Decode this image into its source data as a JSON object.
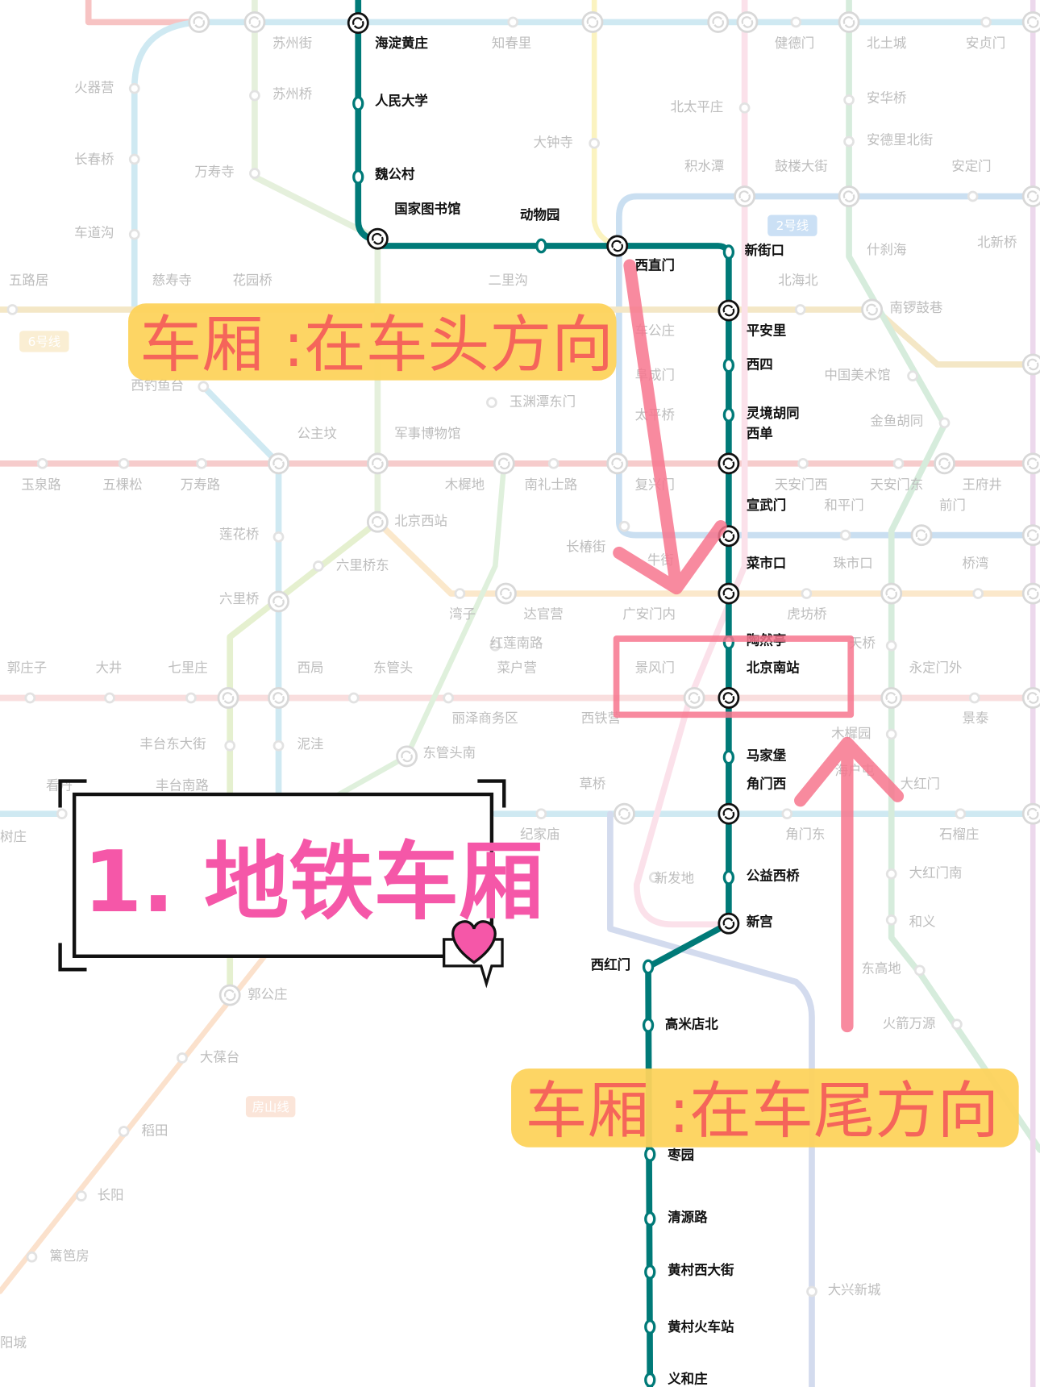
{
  "map": {
    "highlight_line_color": "#007a78",
    "highlight_stations": [
      "海淀黄庄",
      "人民大学",
      "魏公村",
      "国家图书馆",
      "动物园",
      "西直门",
      "新街口",
      "平安里",
      "西四",
      "灵境胡同",
      "西单",
      "宣武门",
      "菜市口",
      "陶然亭",
      "北京南站",
      "马家堡",
      "角门西",
      "公益西桥",
      "新宫",
      "西红门",
      "高米店北",
      "枣园",
      "清源路",
      "黄村西大街",
      "黄村火车站",
      "义和庄"
    ],
    "other_stations": [
      "苏州街",
      "知春里",
      "健德门",
      "北土城",
      "安贞门",
      "火器营",
      "苏州桥",
      "北太平庄",
      "安华桥",
      "大钟寺",
      "安德里北街",
      "长春桥",
      "万寿寺",
      "积水潭",
      "鼓楼大街",
      "安定门",
      "车道沟",
      "什刹海",
      "北新桥",
      "五路居",
      "慈寿寺",
      "花园桥",
      "二里沟",
      "北海北",
      "南锣鼓巷",
      "玉渊潭东门",
      "中国美术馆",
      "金鱼胡同",
      "公主坟",
      "军事博物馆",
      "玉泉路",
      "五棵松",
      "万寿路",
      "木樨地",
      "南礼士路",
      "复兴门",
      "天安门西",
      "天安门东",
      "王府井",
      "和平门",
      "前门",
      "北京西站",
      "莲花桥",
      "长椿街",
      "牛街",
      "珠市口",
      "桥湾",
      "六里桥东",
      "六里桥",
      "湾子",
      "达官营",
      "广安门内",
      "虎坊桥",
      "红莲南路",
      "天桥",
      "郭庄子",
      "大井",
      "七里庄",
      "西局",
      "东管头",
      "菜户营",
      "景风门",
      "永定门外",
      "丽泽商务区",
      "西铁营",
      "景泰",
      "木樨园",
      "丰台东大街",
      "泥洼",
      "东管头南",
      "看丹",
      "丰台南路",
      "草桥",
      "大红门",
      "树庄",
      "纪家庙",
      "角门东",
      "石榴庄",
      "新发地",
      "大红门南",
      "和义",
      "东高地",
      "郭公庄",
      "火箭万源",
      "大葆台",
      "稻田",
      "长阳",
      "篱笆房",
      "大兴新城",
      "阳城",
      "车公庄",
      "阜成门",
      "太平桥",
      "西钓鱼台",
      "海户屯"
    ],
    "line_badges": [
      "2号线",
      "6号线",
      "房山线"
    ],
    "transfer_icon": "transfer-arrows-icon"
  },
  "annotations": {
    "head_note": "车厢 :在车头方向",
    "tail_note": "车厢 :在车尾方向",
    "title": "1. 地铁车厢",
    "note_bg": "#fdd35c",
    "note_text_color": "#f5655a",
    "title_color": "#f557a8",
    "marker_color": "#f7768e",
    "heart_icon": "heart-icon"
  }
}
